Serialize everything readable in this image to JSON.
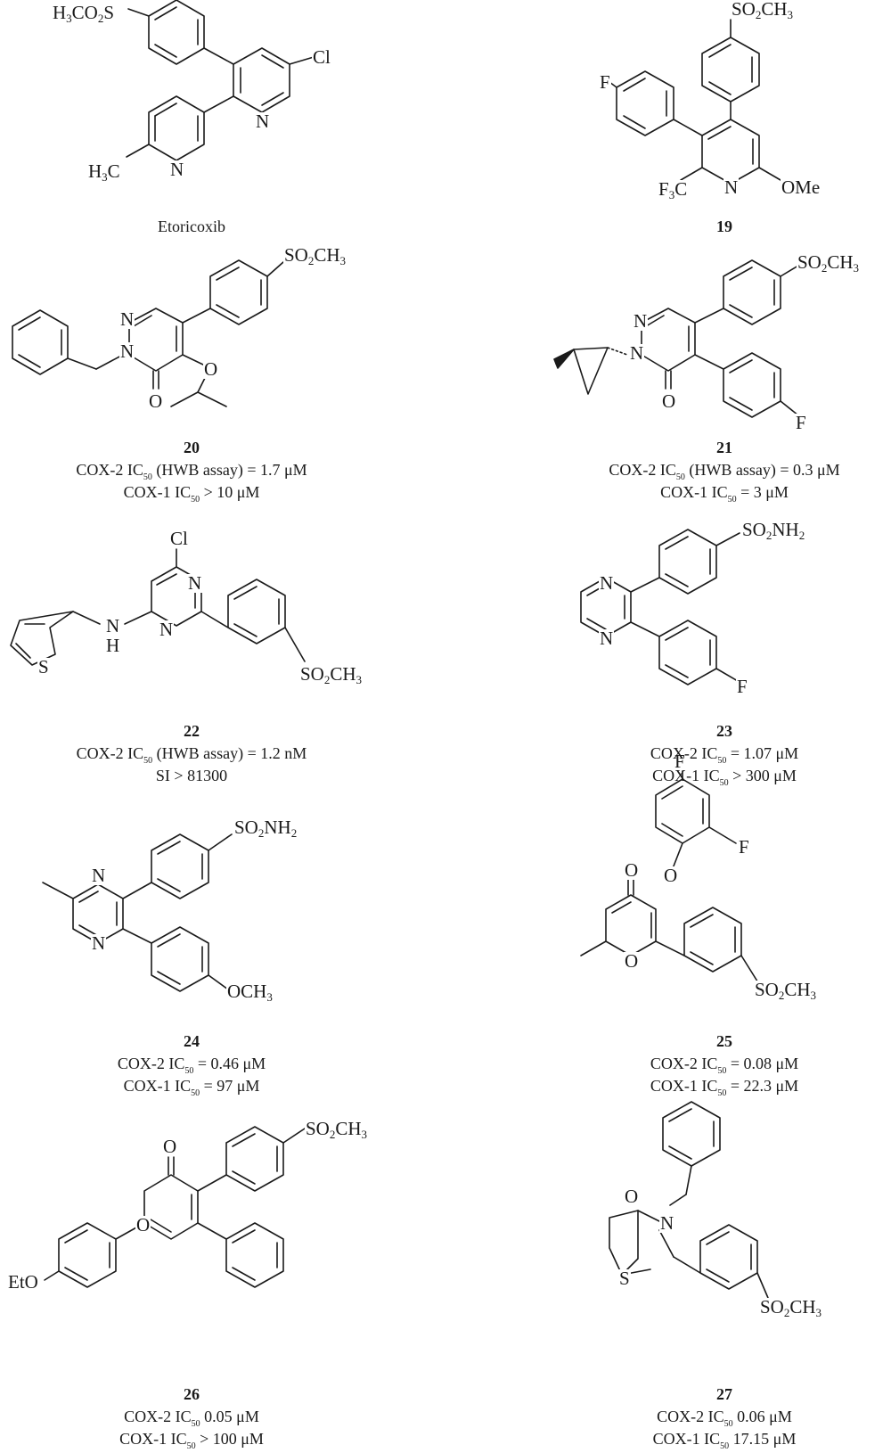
{
  "compounds": [
    {
      "id": "etoricoxib",
      "name": "Etoricoxib",
      "label": "",
      "groups": {
        "g1": "H₃CO₂S",
        "g2": "Cl",
        "g3": "N",
        "g4": "N",
        "g5": "H₃C"
      },
      "activity": []
    },
    {
      "id": "c19",
      "name": "",
      "label": "19",
      "groups": {
        "g1": "SO₂CH₃",
        "g2": "F",
        "g3": "F₃C",
        "g4": "N",
        "g5": "OMe"
      },
      "activity": []
    },
    {
      "id": "c20",
      "name": "",
      "label": "20",
      "groups": {
        "g1": "SO₂CH₃",
        "g2": "N",
        "g3": "N",
        "g4": "O",
        "g5": "O"
      },
      "activity": [
        {
          "assay": "COX-2",
          "ic": "IC",
          "sub": "50",
          "rest": "(HWB assay) = 1.7 μM"
        },
        {
          "assay": "COX-1",
          "ic": "IC",
          "sub": "50",
          "rest": "> 10 μM"
        }
      ]
    },
    {
      "id": "c21",
      "name": "",
      "label": "21",
      "groups": {
        "g1": "SO₂CH₃",
        "g2": "N",
        "g3": "N",
        "g4": "O",
        "g5": "F"
      },
      "activity": [
        {
          "assay": "COX-2",
          "ic": "IC",
          "sub": "50",
          "rest": "(HWB assay) = 0.3 μM"
        },
        {
          "assay": "COX-1",
          "ic": "IC",
          "sub": "50",
          "rest": "= 3 μM"
        }
      ]
    },
    {
      "id": "c22",
      "name": "",
      "label": "22",
      "groups": {
        "g1": "Cl",
        "g2": "N",
        "g3": "N",
        "g4": "N",
        "g5": "H",
        "g6": "S",
        "g7": "SO₂CH₃"
      },
      "activity": [
        {
          "assay": "COX-2",
          "ic": "IC",
          "sub": "50",
          "rest": "(HWB assay) = 1.2 nM"
        },
        {
          "assay": "SI > 81300",
          "ic": "",
          "sub": "",
          "rest": ""
        }
      ]
    },
    {
      "id": "c23",
      "name": "",
      "label": "23",
      "groups": {
        "g1": "SO₂NH₂",
        "g2": "N",
        "g3": "N",
        "g4": "F"
      },
      "activity": [
        {
          "assay": "COX-2",
          "ic": "IC",
          "sub": "50",
          "rest": "= 1.07 μM"
        },
        {
          "assay": "COX-1",
          "ic": "IC",
          "sub": "50",
          "rest": "> 300 μM"
        }
      ]
    },
    {
      "id": "c24",
      "name": "",
      "label": "24",
      "groups": {
        "g1": "SO₂NH₂",
        "g2": "N",
        "g3": "N",
        "g4": "OCH₃"
      },
      "activity": [
        {
          "assay": "COX-2",
          "ic": "IC",
          "sub": "50",
          "rest": "= 0.46 μM"
        },
        {
          "assay": "COX-1",
          "ic": "IC",
          "sub": "50",
          "rest": "= 97 μM"
        }
      ]
    },
    {
      "id": "c25",
      "name": "",
      "label": "25",
      "groups": {
        "g1": "F",
        "g2": "F",
        "g3": "O",
        "g4": "O",
        "g5": "O",
        "g6": "SO₂CH₃"
      },
      "activity": [
        {
          "assay": "COX-2",
          "ic": "IC",
          "sub": "50",
          "rest": "= 0.08 μM"
        },
        {
          "assay": "COX-1",
          "ic": "IC",
          "sub": "50",
          "rest": "= 22.3 μM"
        }
      ]
    },
    {
      "id": "c26",
      "name": "",
      "label": "26",
      "groups": {
        "g1": "SO₂CH₃",
        "g2": "O",
        "g3": "O",
        "g4": "EtO"
      },
      "activity": [
        {
          "assay": "COX-2",
          "ic": "IC",
          "sub": "50",
          "rest": "0.05 μM"
        },
        {
          "assay": "COX-1",
          "ic": "IC",
          "sub": "50",
          "rest": "> 100 μM"
        }
      ]
    },
    {
      "id": "c27",
      "name": "",
      "label": "27",
      "groups": {
        "g1": "O",
        "g2": "N",
        "g3": "S",
        "g4": "SO₂CH₃"
      },
      "activity": [
        {
          "assay": "COX-2",
          "ic": "IC",
          "sub": "50",
          "rest": "0.06 μM"
        },
        {
          "assay": "COX-1",
          "ic": "IC",
          "sub": "50",
          "rest": "17.15 μM"
        }
      ]
    }
  ]
}
